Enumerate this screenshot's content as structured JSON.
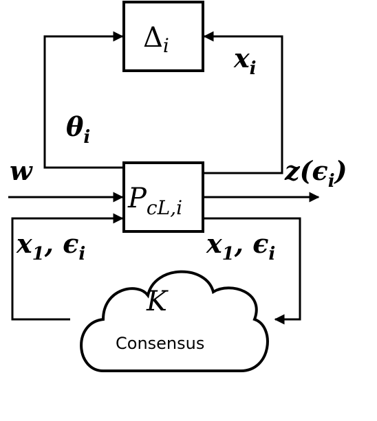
{
  "blocks": {
    "delta": {
      "symbol": "Δ",
      "subscript": "i"
    },
    "plant": {
      "symbol": "P",
      "subscript": "cL,i"
    },
    "controller": {
      "symbol": "K",
      "caption": "Consensus"
    }
  },
  "signals": {
    "theta": {
      "symbol": "θ",
      "subscript": "i"
    },
    "x": {
      "symbol": "x",
      "subscript": "i"
    },
    "w": {
      "symbol": "w"
    },
    "z": {
      "symbol": "z(ϵ",
      "subscript": "i",
      "suffix": ")"
    },
    "x1_left": {
      "symbol": "x",
      "subscript": "1",
      "tail": ", ϵ",
      "tail_sub": "i"
    },
    "x1_right": {
      "symbol": "x",
      "subscript": "1",
      "tail": ", ϵ",
      "tail_sub": "i"
    }
  }
}
